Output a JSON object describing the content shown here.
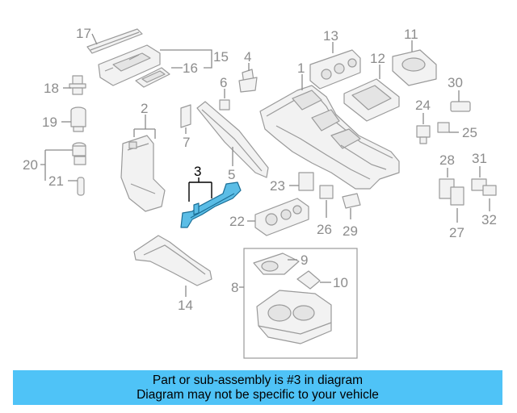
{
  "diagram": {
    "highlighted_callout": "3",
    "callouts": {
      "c1": "1",
      "c2": "2",
      "c3": "3",
      "c4": "4",
      "c5": "5",
      "c6": "6",
      "c7": "7",
      "c8": "8",
      "c9": "9",
      "c10": "10",
      "c11": "11",
      "c12": "12",
      "c13": "13",
      "c14": "14",
      "c15": "15",
      "c16": "16",
      "c17": "17",
      "c18": "18",
      "c19": "19",
      "c20": "20",
      "c21": "21",
      "c22": "22",
      "c23": "23",
      "c24": "24",
      "c25": "25",
      "c26": "26",
      "c27": "27",
      "c28": "28",
      "c29": "29",
      "c30": "30",
      "c31": "31",
      "c32": "32"
    },
    "colors": {
      "highlight_fill": "#5bbde6",
      "banner": "#4fc3f7",
      "linework": "#9a9a9a"
    }
  },
  "banner": {
    "line1": "Part or sub-assembly is #3 in diagram",
    "line2": "Diagram may not be specific to your vehicle"
  }
}
